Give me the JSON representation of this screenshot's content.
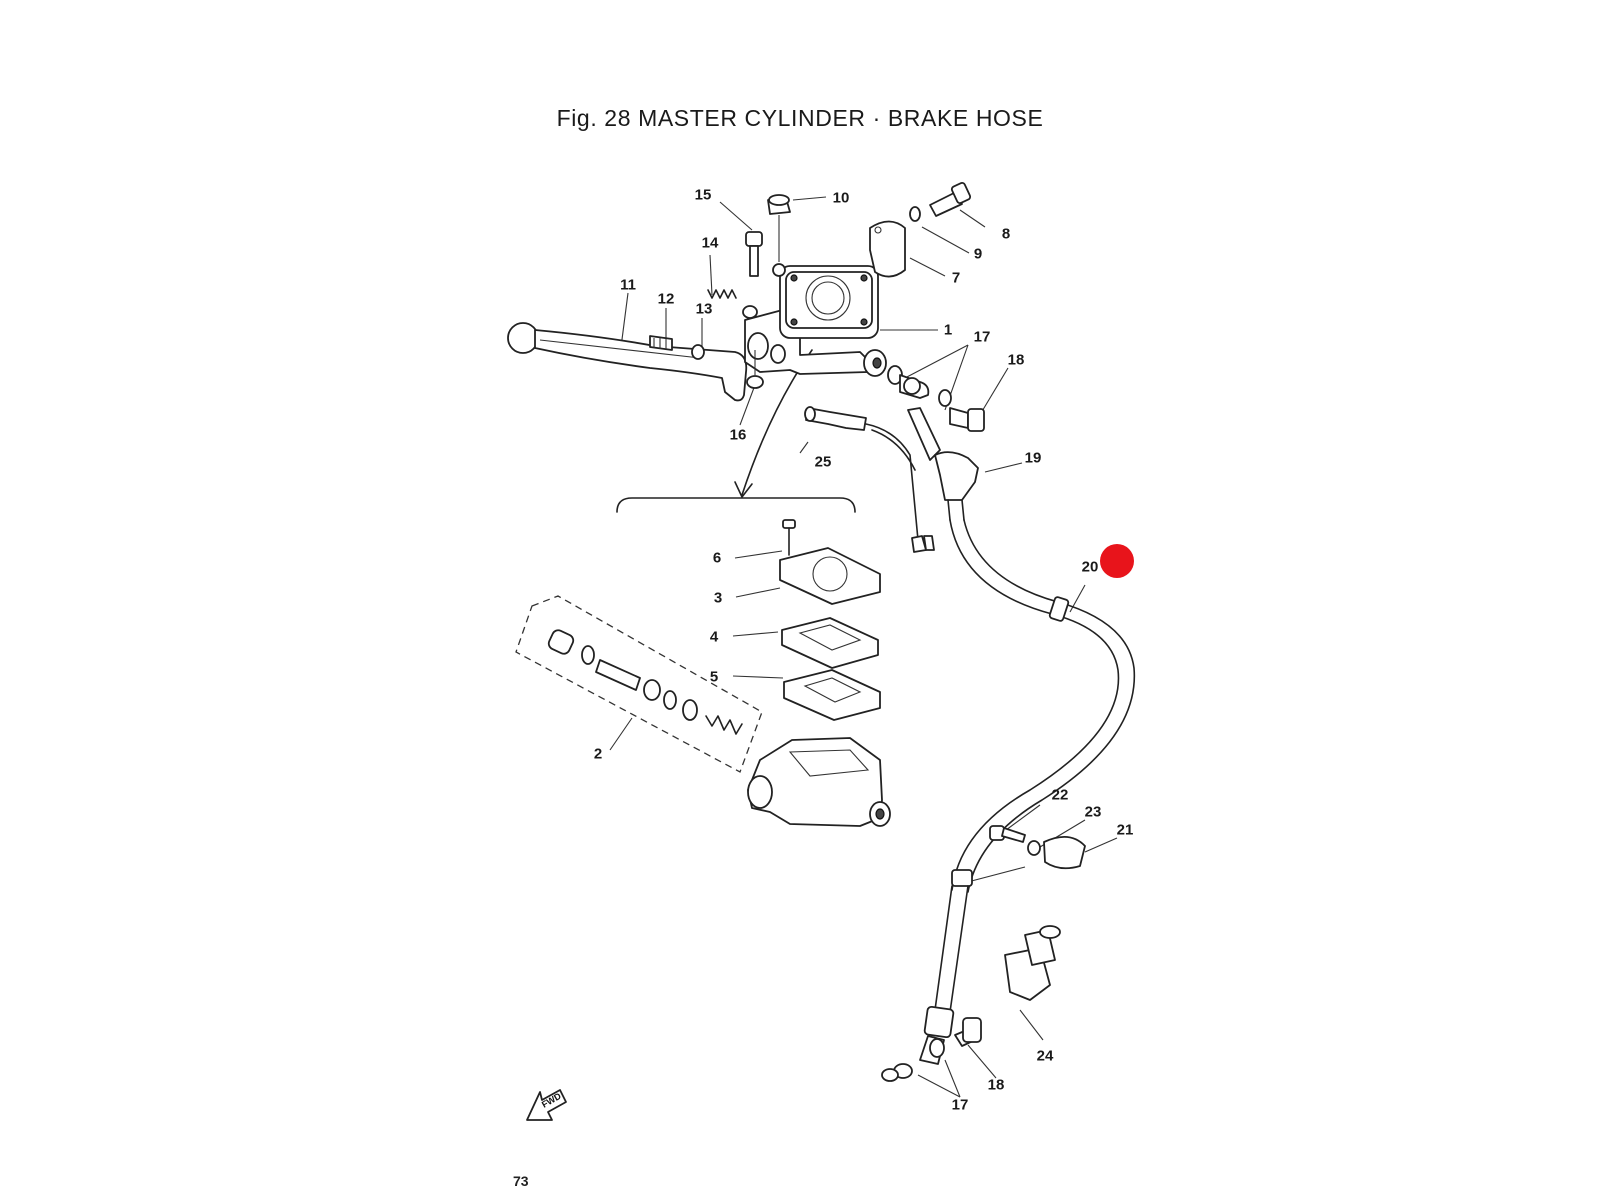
{
  "figure": {
    "title": "Fig. 28 MASTER CYLINDER · BRAKE HOSE",
    "page_number": "73",
    "fwd_label": "FWD"
  },
  "callouts": [
    {
      "id": "c1",
      "label": "1"
    },
    {
      "id": "c2",
      "label": "2"
    },
    {
      "id": "c3",
      "label": "3"
    },
    {
      "id": "c4",
      "label": "4"
    },
    {
      "id": "c5",
      "label": "5"
    },
    {
      "id": "c6",
      "label": "6"
    },
    {
      "id": "c7",
      "label": "7"
    },
    {
      "id": "c8",
      "label": "8"
    },
    {
      "id": "c9",
      "label": "9"
    },
    {
      "id": "c10",
      "label": "10"
    },
    {
      "id": "c11",
      "label": "11"
    },
    {
      "id": "c12",
      "label": "12"
    },
    {
      "id": "c13",
      "label": "13"
    },
    {
      "id": "c14",
      "label": "14"
    },
    {
      "id": "c15",
      "label": "15"
    },
    {
      "id": "c16",
      "label": "16"
    },
    {
      "id": "c17a",
      "label": "17"
    },
    {
      "id": "c18a",
      "label": "18"
    },
    {
      "id": "c19",
      "label": "19"
    },
    {
      "id": "c20",
      "label": "20"
    },
    {
      "id": "c21",
      "label": "21"
    },
    {
      "id": "c22",
      "label": "22"
    },
    {
      "id": "c23",
      "label": "23"
    },
    {
      "id": "c24",
      "label": "24"
    },
    {
      "id": "c25",
      "label": "25"
    },
    {
      "id": "c17b",
      "label": "17"
    },
    {
      "id": "c18b",
      "label": "18"
    }
  ],
  "colors": {
    "line": "#222222",
    "marker": "#e8141b"
  }
}
